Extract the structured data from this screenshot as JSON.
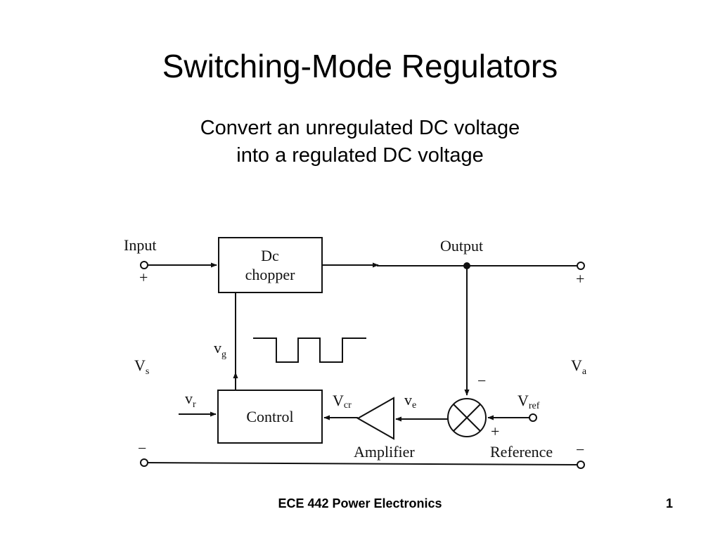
{
  "slide": {
    "title": "Switching-Mode Regulators",
    "subtitle_lines": [
      "Convert an unregulated DC voltage",
      "into a regulated DC voltage"
    ],
    "footer": "ECE 442 Power Electronics",
    "page_number": "1"
  },
  "diagram": {
    "labels": {
      "input": "Input",
      "output": "Output",
      "dc": "Dc",
      "chopper": "chopper",
      "control": "Control",
      "amplifier": "Amplifier",
      "reference": "Reference",
      "plus": "+",
      "minus": "−"
    },
    "symbols": {
      "vs": {
        "main": "V",
        "sub": "s"
      },
      "va": {
        "main": "V",
        "sub": "a"
      },
      "vg": {
        "main": "v",
        "sub": "g"
      },
      "vr": {
        "main": "v",
        "sub": "r"
      },
      "vcr": {
        "main": "V",
        "sub": "cr"
      },
      "ve": {
        "main": "v",
        "sub": "e"
      },
      "vref": {
        "main": "V",
        "sub": "ref"
      }
    }
  }
}
